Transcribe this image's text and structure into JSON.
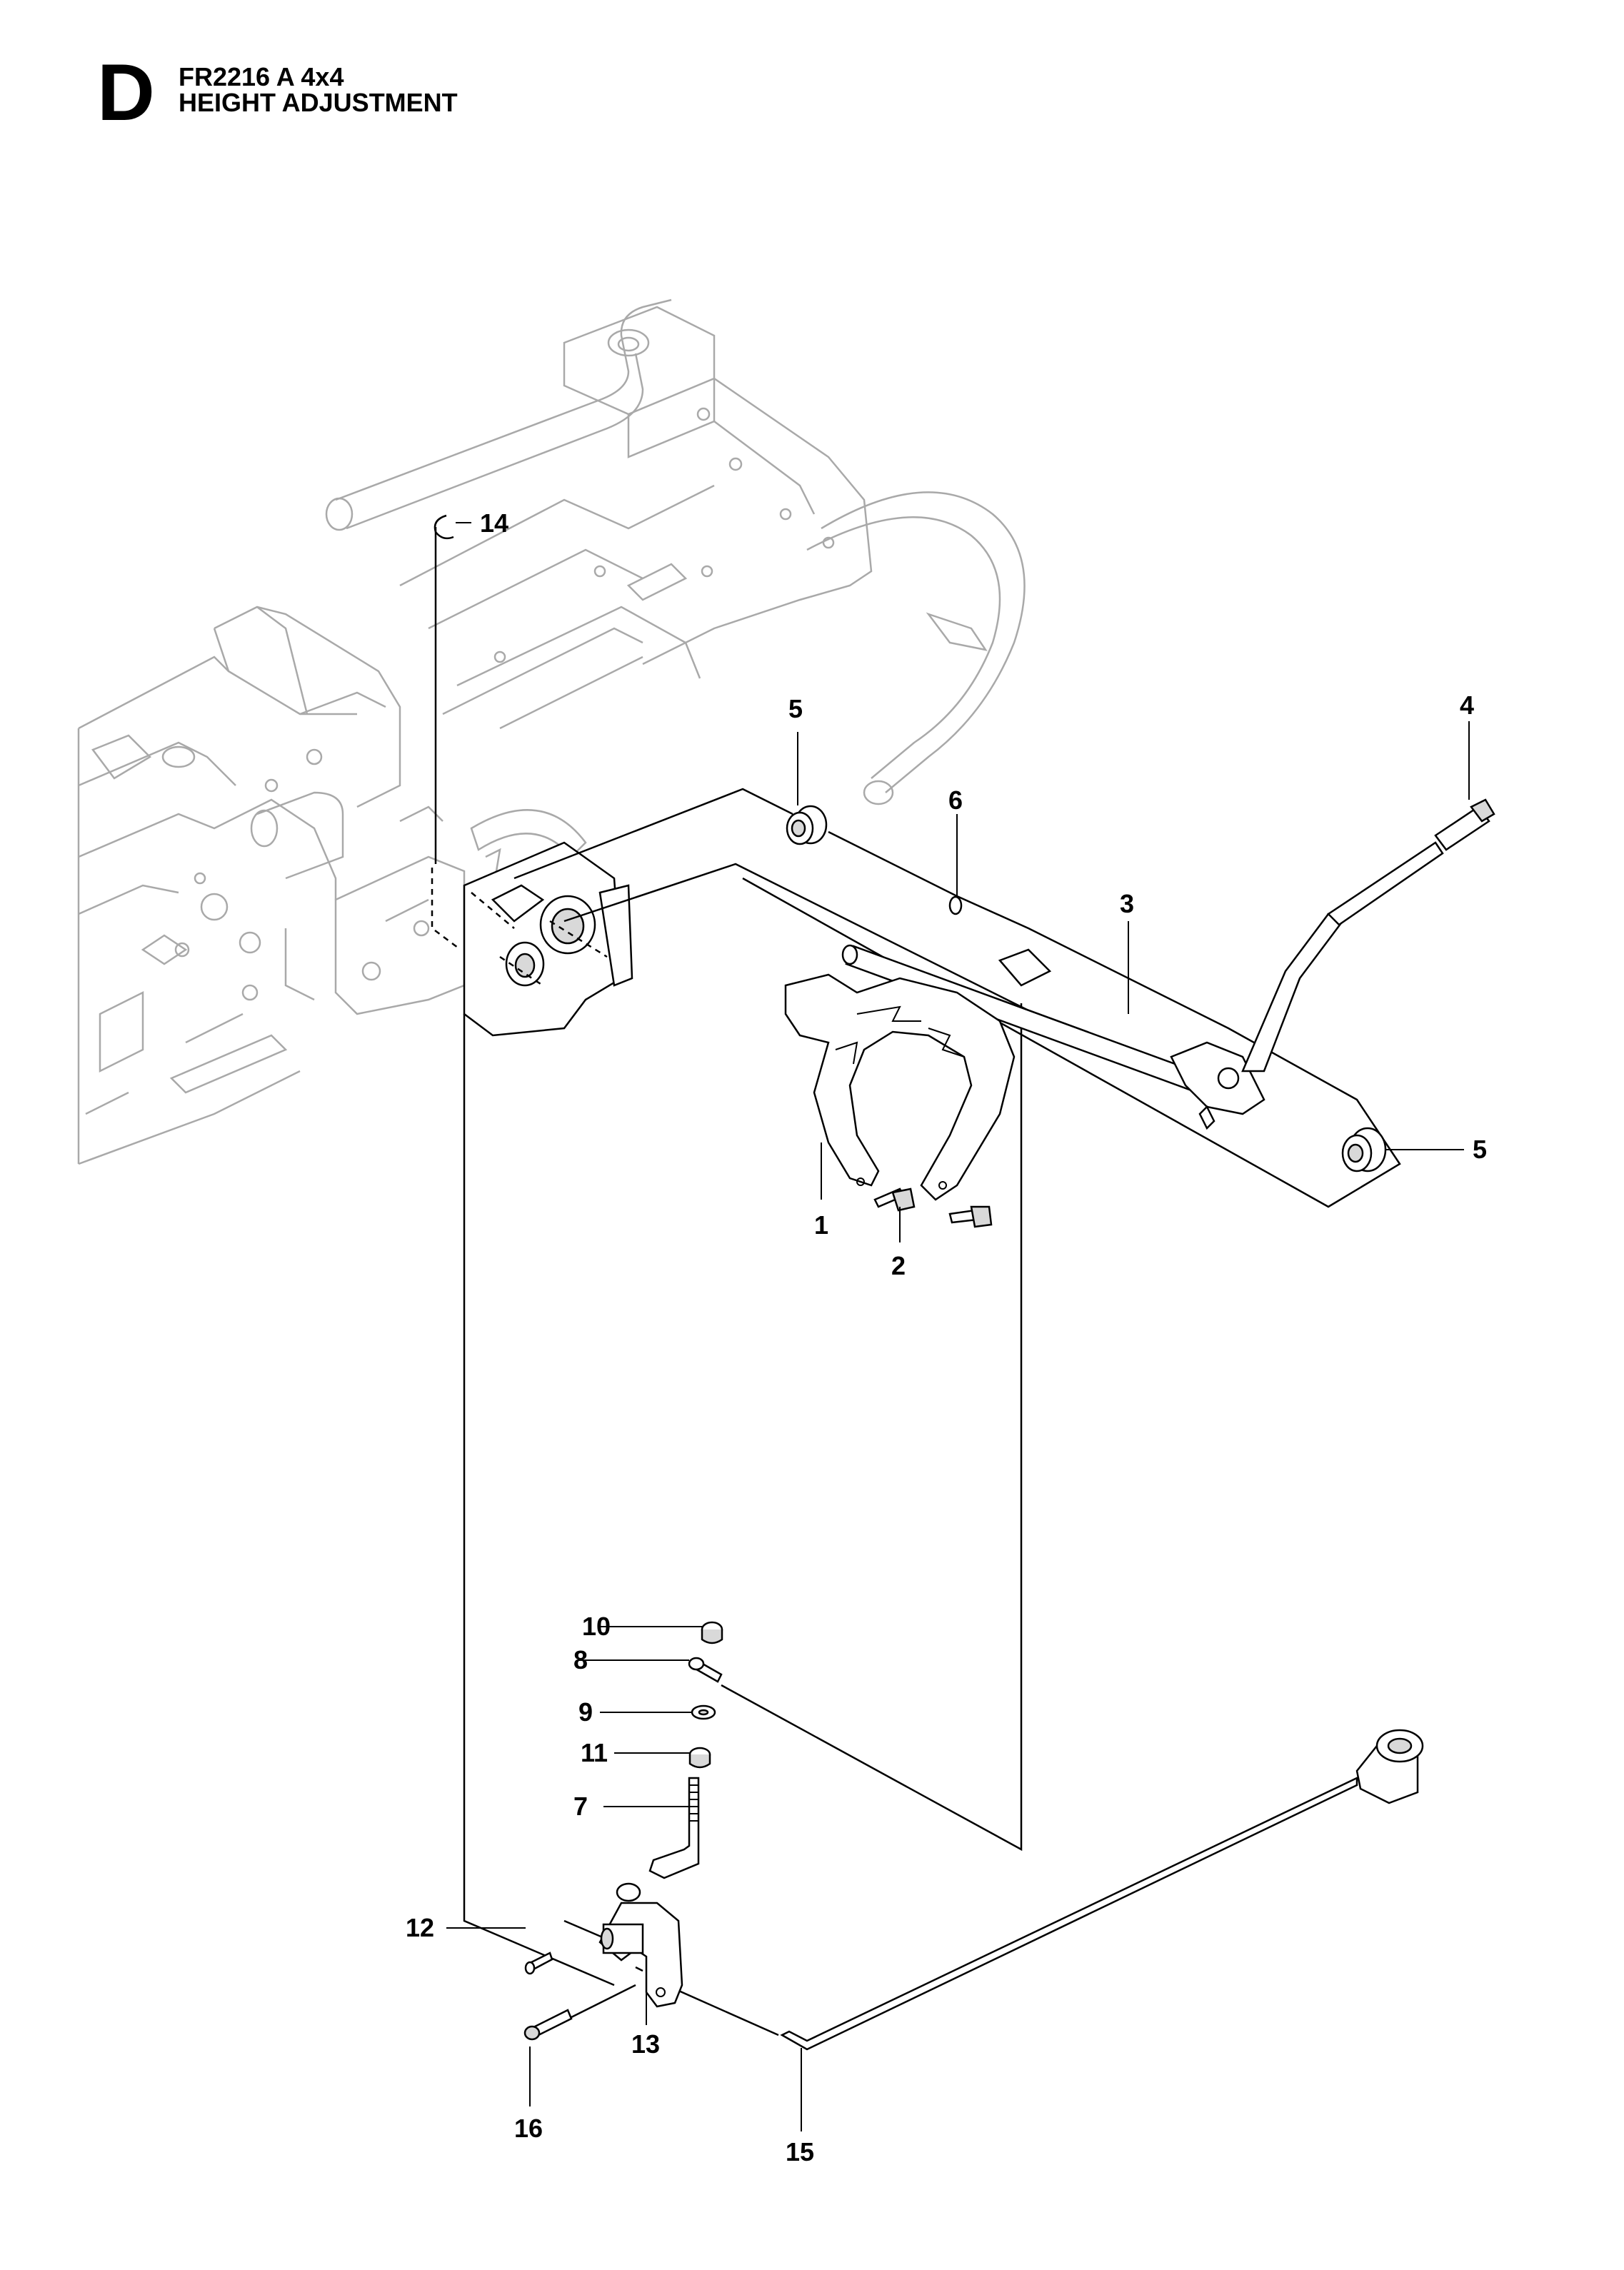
{
  "header": {
    "section_letter": "D",
    "model": "FR2216 A 4x4",
    "title": "HEIGHT ADJUSTMENT"
  },
  "callouts": {
    "c1": "1",
    "c2": "2",
    "c3": "3",
    "c4": "4",
    "c5a": "5",
    "c5b": "5",
    "c6": "6",
    "c7": "7",
    "c8": "8",
    "c9": "9",
    "c10": "10",
    "c11": "11",
    "c12": "12",
    "c13": "13",
    "c14": "14",
    "c15": "15",
    "c16": "16"
  }
}
